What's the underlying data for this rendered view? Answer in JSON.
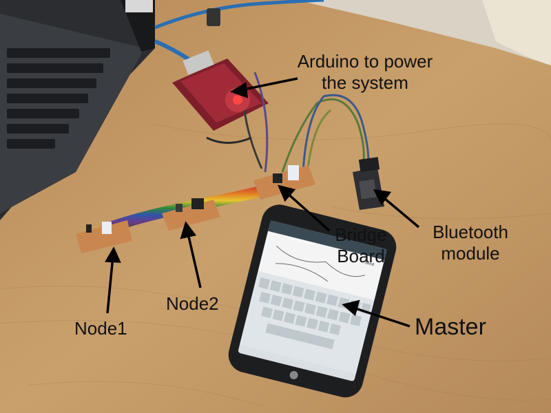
{
  "annotations": {
    "arduino_line1": "Arduino to power",
    "arduino_line2": "the system",
    "bridge_line1": "Bridge",
    "bridge_line2": "Board",
    "bluetooth_line1": "Bluetooth",
    "bluetooth_line2": "module",
    "node1": "Node1",
    "node2": "Node2",
    "master": "Master"
  },
  "phone_screen": {
    "status": "not connected",
    "send_label": "Send"
  },
  "colors": {
    "table": "#c89d68",
    "laptop": "#3a3d42",
    "pcb": "#c9874f",
    "ribbon_red": "#d23a2a",
    "ribbon_green": "#2f8a3a",
    "ribbon_orange": "#e07a24",
    "phone_body": "#1d1e20",
    "annotation_text": "#111111"
  }
}
